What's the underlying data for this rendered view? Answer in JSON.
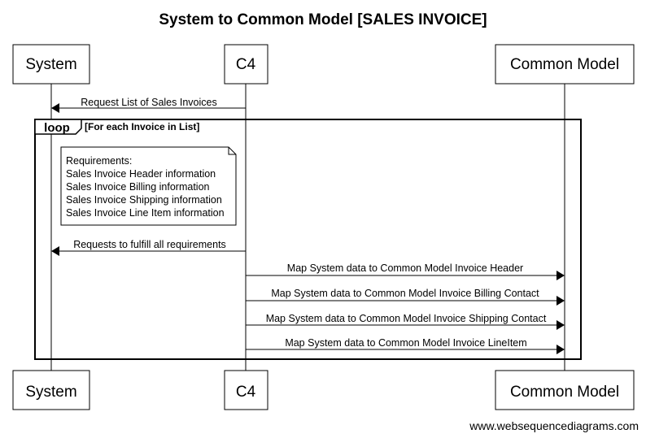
{
  "title": "System to Common Model [SALES INVOICE]",
  "participants": [
    {
      "id": "system",
      "label": "System"
    },
    {
      "id": "c4",
      "label": "C4"
    },
    {
      "id": "common",
      "label": "Common Model"
    }
  ],
  "messages": [
    {
      "from": "c4",
      "to": "system",
      "label": "Request List of Sales Invoices"
    },
    {
      "from": "c4",
      "to": "system",
      "label": "Requests to fulfill all requirements"
    },
    {
      "from": "c4",
      "to": "common",
      "label": "Map System data to Common Model Invoice Header"
    },
    {
      "from": "c4",
      "to": "common",
      "label": "Map System data to Common Model Invoice Billing Contact"
    },
    {
      "from": "c4",
      "to": "common",
      "label": "Map System data to Common Model Invoice Shipping Contact"
    },
    {
      "from": "c4",
      "to": "common",
      "label": "Map System data to Common Model Invoice LineItem"
    }
  ],
  "loop": {
    "keyword": "loop",
    "condition": "[For each Invoice in List]"
  },
  "note": {
    "lines": [
      "Requirements:",
      "Sales Invoice Header information",
      "Sales Invoice Billing information",
      "Sales Invoice Shipping information",
      "Sales Invoice Line Item information"
    ]
  },
  "footer": "www.websequencediagrams.com"
}
